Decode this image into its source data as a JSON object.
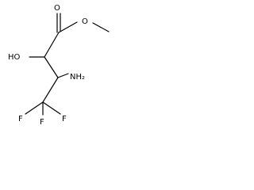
{
  "structure": {
    "atoms": {
      "carbonyl_o": "O",
      "ester_o": "O",
      "hydroxyl": "HO",
      "amine": "NH₂",
      "fluorine_1": "F",
      "fluorine_2": "F",
      "fluorine_3": "F"
    },
    "colors": {
      "ink": "#000000",
      "background": "#ffffff"
    }
  }
}
